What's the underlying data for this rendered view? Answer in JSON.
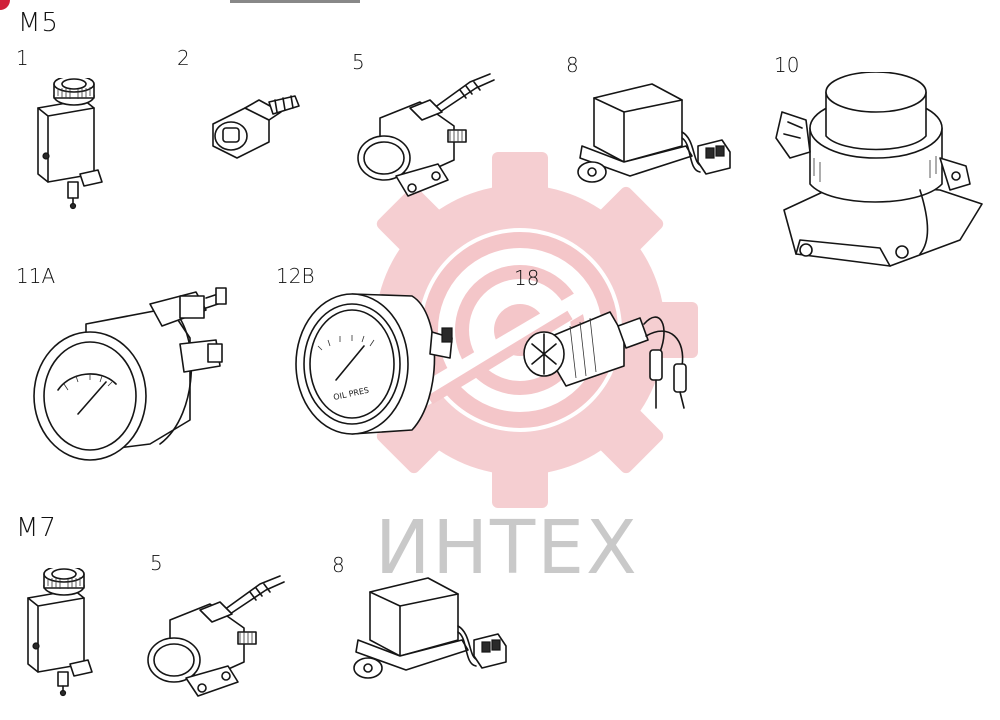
{
  "watermark": {
    "text": "ИНТЕХ",
    "gear_color": "#f4c6c9",
    "text_color": "#c9c9c9"
  },
  "corner_badge_color": "#d0203a",
  "sections": [
    {
      "label": "M5",
      "parts": [
        {
          "number": "1",
          "icon": "ignition-switch-icon"
        },
        {
          "number": "2",
          "icon": "socket-connector-icon"
        },
        {
          "number": "5",
          "icon": "starter-solenoid-icon"
        },
        {
          "number": "8",
          "icon": "relay-box-icon"
        },
        {
          "number": "10",
          "icon": "battery-switch-icon"
        },
        {
          "number": "11A",
          "icon": "round-gauge-icon"
        },
        {
          "number": "12B",
          "icon": "oil-pressure-gauge-icon"
        },
        {
          "number": "18",
          "icon": "pressure-sender-icon"
        }
      ]
    },
    {
      "label": "M7",
      "parts": [
        {
          "number": "",
          "icon": "ignition-switch-icon"
        },
        {
          "number": "5",
          "icon": "starter-solenoid-icon"
        },
        {
          "number": "8",
          "icon": "relay-box-icon"
        }
      ]
    }
  ],
  "gauge_text": {
    "oil_pressure": "OIL PRES"
  }
}
